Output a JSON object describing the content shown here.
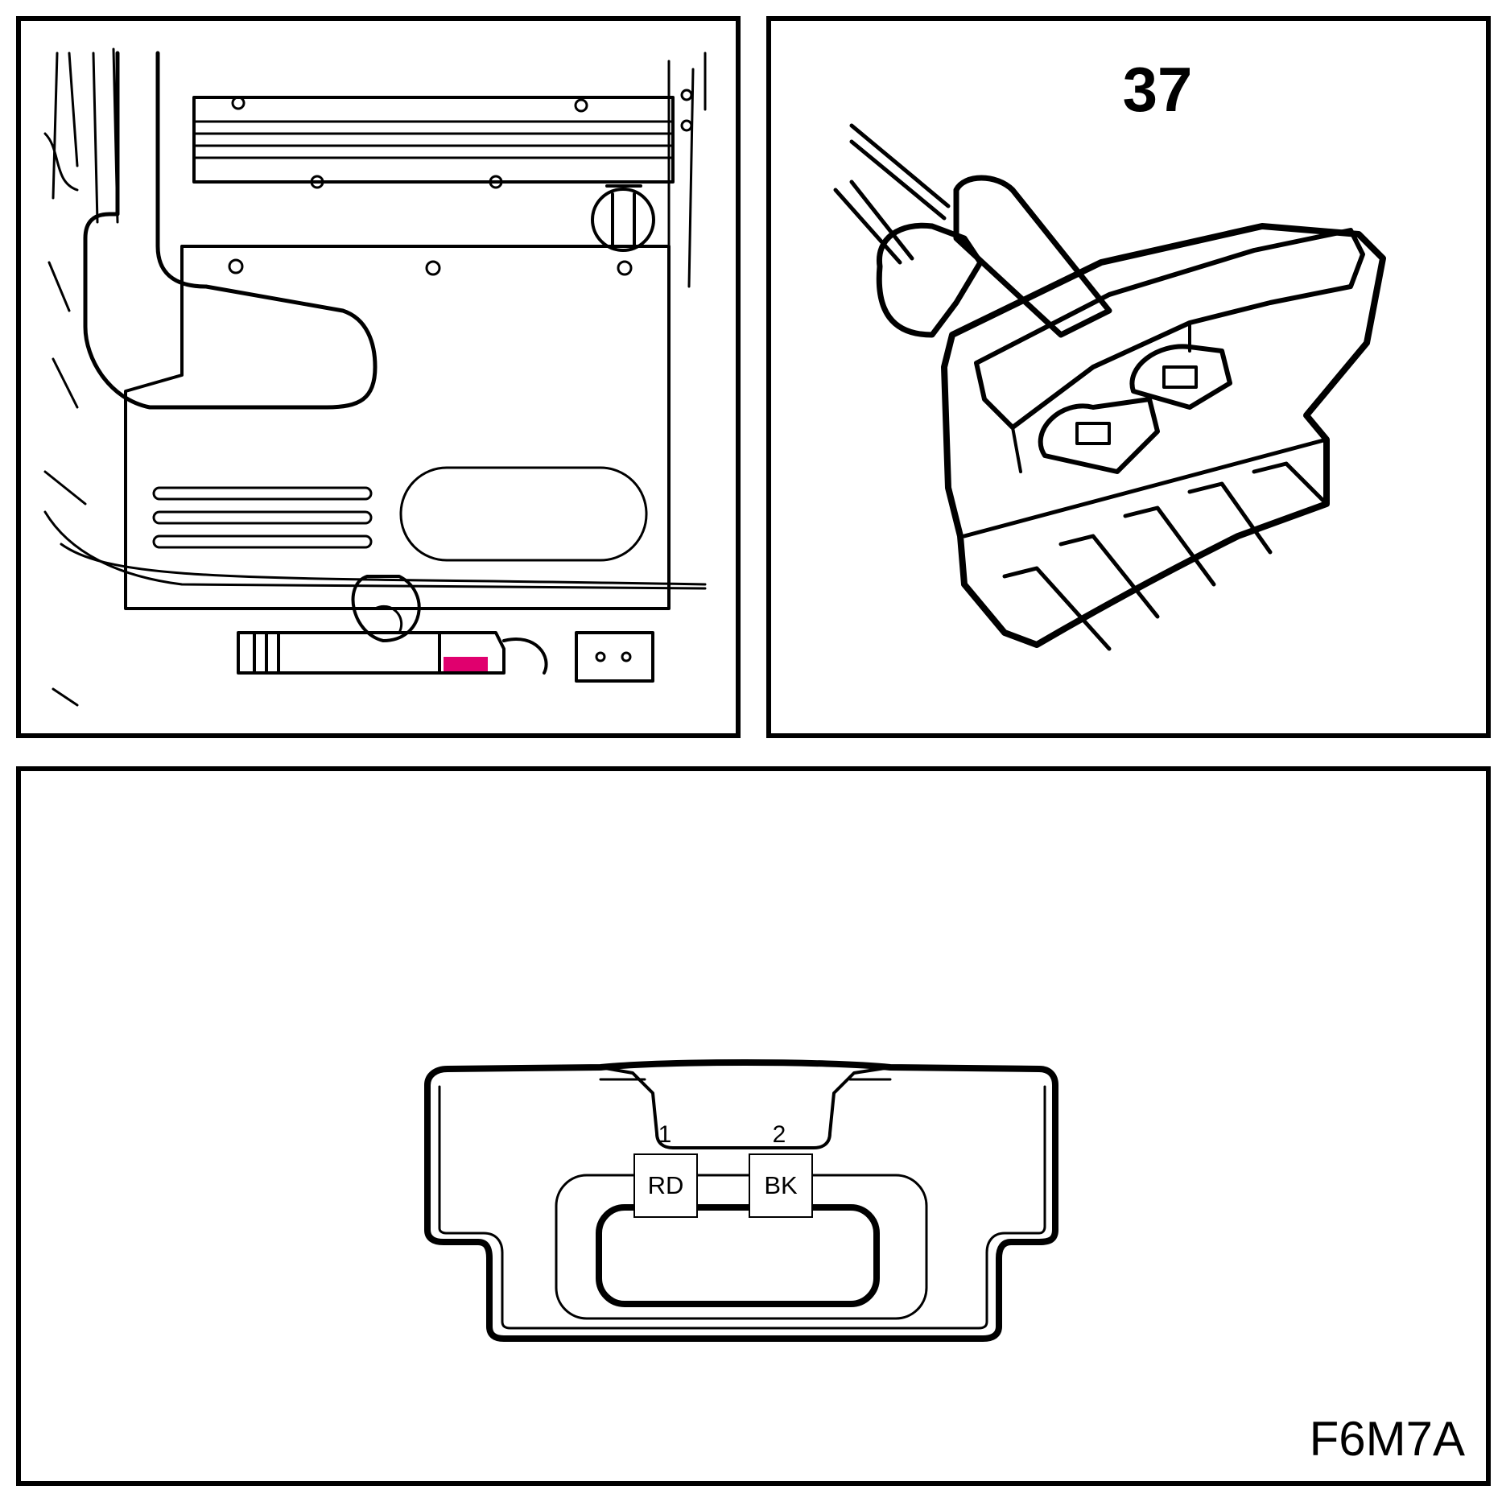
{
  "connector": {
    "number": "37",
    "pins": [
      {
        "number": "1",
        "wire_color": "RD"
      },
      {
        "number": "2",
        "wire_color": "BK"
      }
    ]
  },
  "figure_code": "F6M7A",
  "highlight_color": "#e0006e"
}
